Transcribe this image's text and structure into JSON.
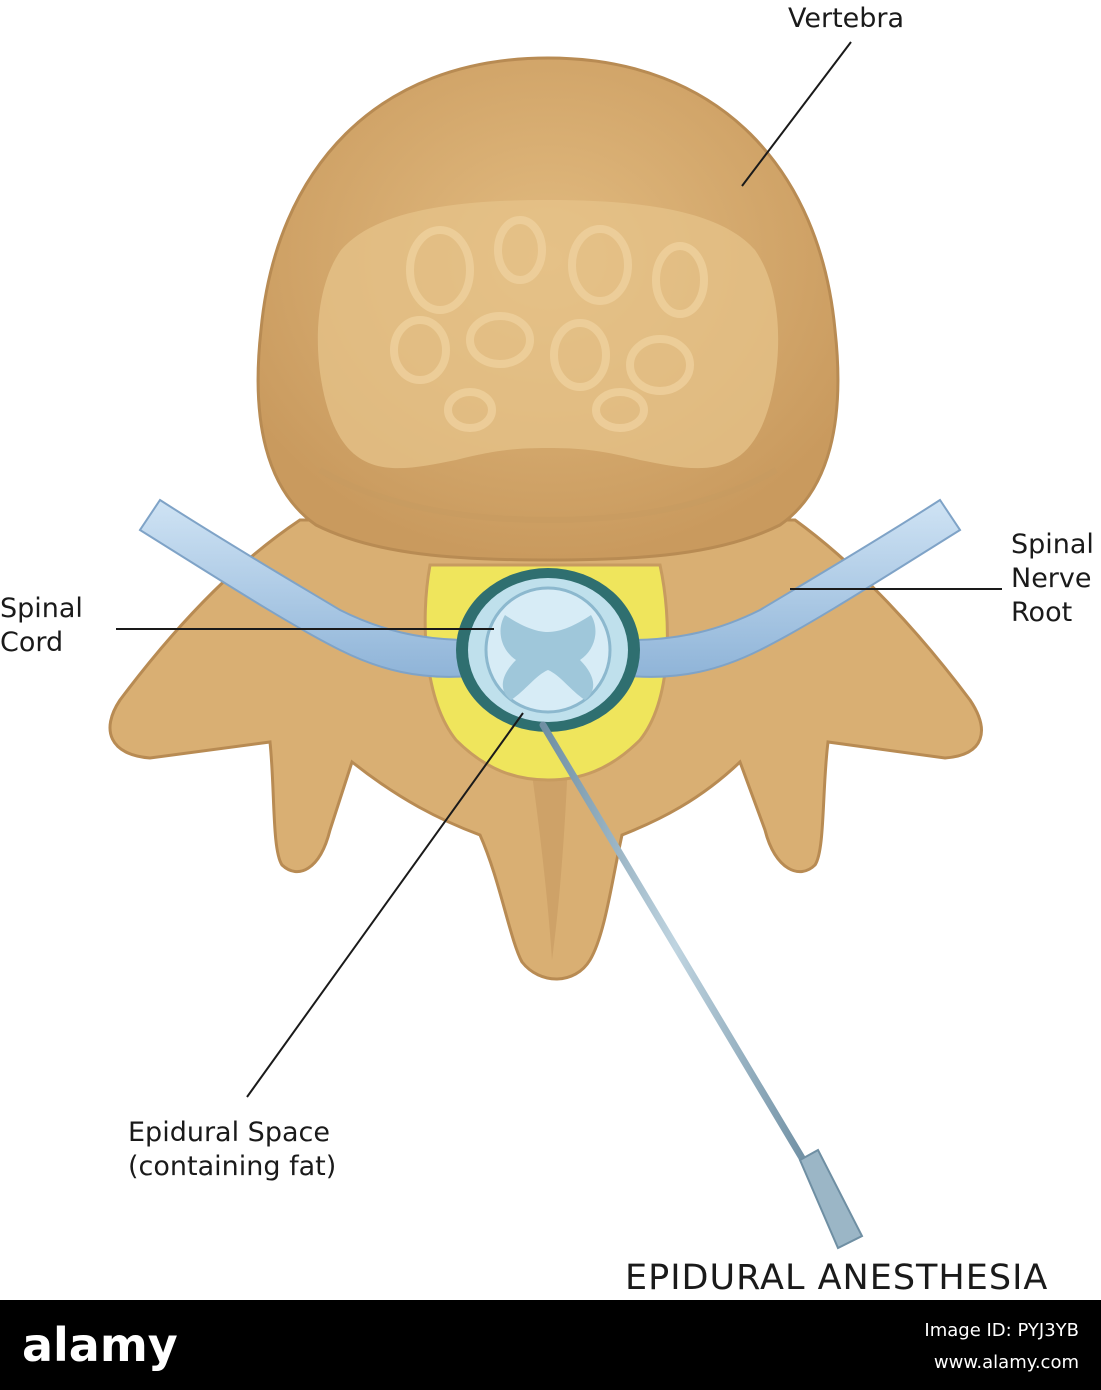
{
  "labels": {
    "vertebra": "Vertebra",
    "spinal_cord": [
      "Spinal",
      "Cord"
    ],
    "nerve_root": [
      "Spinal",
      "Nerve",
      "Root"
    ],
    "epidural_space": [
      "Epidural Space",
      "(containing fat)"
    ]
  },
  "title": "EPIDURAL ANESTHESIA",
  "stock": {
    "logo": "alamy",
    "image_id": "Image ID: PYJ3YB",
    "url": "www.alamy.com"
  },
  "colors": {
    "bone": "#D9AF73",
    "bone_dark": "#B88B53",
    "bone_light": "#E7C48F",
    "nerve": "#A9C8E6",
    "nerve_light": "#CFE3F4",
    "fat": "#EFE55C",
    "canal_dark": "#2F6F70",
    "needle": "#8BA9BC"
  }
}
